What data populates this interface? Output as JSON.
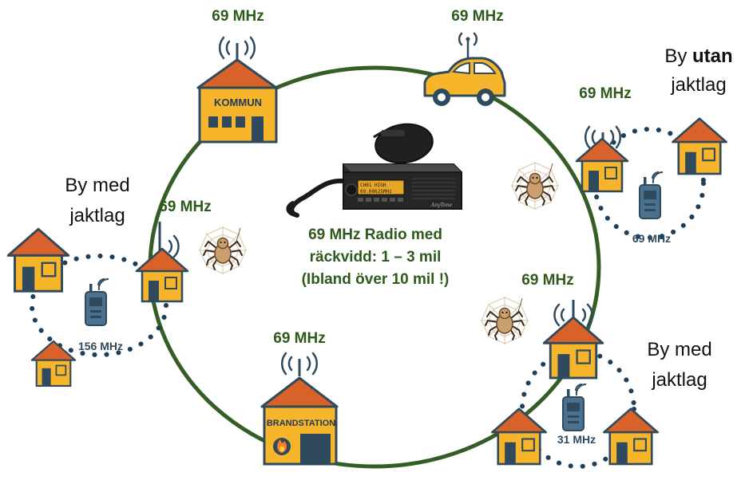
{
  "frequency_label": "69 MHz",
  "nodes": {
    "kommun": {
      "sign": "KOMMUN",
      "freq": "69 MHz"
    },
    "car": {
      "freq": "69 MHz"
    },
    "brandstation": {
      "sign": "BRANDSTATION",
      "freq": "69 MHz"
    },
    "left_village_house": {
      "freq": "69 MHz"
    },
    "right_upper_house": {
      "freq": "69 MHz"
    },
    "right_lower_house": {
      "freq": "69 MHz"
    }
  },
  "radio_caption": {
    "line1": "69 MHz Radio med",
    "line2": "räckvidd: 1 – 3 mil",
    "line3": "(Ibland över 10 mil !)"
  },
  "radio_display": {
    "line1": "CH01  HIGH",
    "line2": "69.00625MHz",
    "brand": "AnyTone"
  },
  "villages": {
    "left": {
      "line1": "By med",
      "line2": "jaktlag",
      "handheld_freq": "156 MHz"
    },
    "top_right": {
      "line1_prefix": "By ",
      "line1_bold": "utan",
      "line2": "jaktlag",
      "handheld_freq": "69 MHz"
    },
    "bottom_right": {
      "line1": "By med",
      "line2": "jaktlag",
      "handheld_freq": "31 MHz"
    }
  },
  "colors": {
    "ring": "#355e27",
    "house_wall": "#f6b52b",
    "roof": "#d9622b",
    "door": "#2f4a5c",
    "text_green": "#2e5a1c",
    "dots": "#1f3f58"
  }
}
